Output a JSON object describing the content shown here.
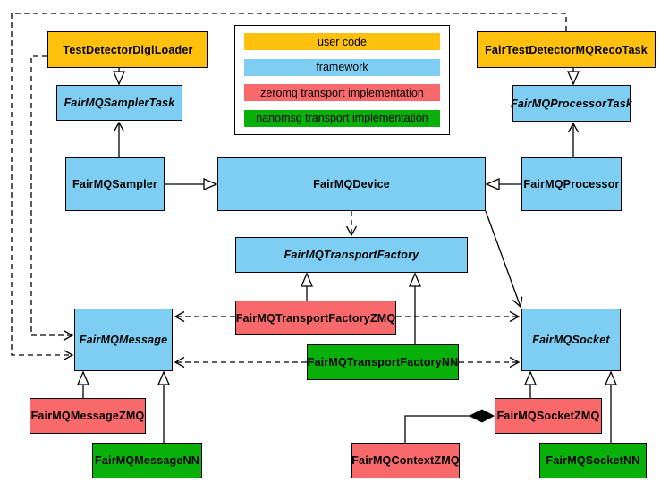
{
  "diagram": {
    "type": "uml-class-diagram",
    "colors": {
      "user_code": "#FFC10E",
      "framework": "#7DCEF2",
      "zeromq": "#F8696B",
      "nanomsg": "#0AB00A",
      "line": "#000000",
      "background": "#FFFFFF"
    },
    "legend": {
      "items": [
        {
          "label": "user code",
          "color": "#FFC10E",
          "category": "user_code"
        },
        {
          "label": "framework",
          "color": "#7DCEF2",
          "category": "framework"
        },
        {
          "label": "zeromq transport implementation",
          "color": "#F8696B",
          "category": "zeromq"
        },
        {
          "label": "nanomsg transport implementation",
          "color": "#0AB00A",
          "category": "nanomsg"
        }
      ]
    },
    "nodes": {
      "test_detector_digi_loader": {
        "label": "TestDetectorDigiLoader",
        "category": "user_code",
        "abstract": false
      },
      "fair_test_detector_mq_reco_task": {
        "label": "FairTestDetectorMQRecoTask",
        "category": "user_code",
        "abstract": false
      },
      "fair_mq_sampler_task": {
        "label": "FairMQSamplerTask",
        "category": "framework",
        "abstract": true
      },
      "fair_mq_processor_task": {
        "label": "FairMQProcessorTask",
        "category": "framework",
        "abstract": true
      },
      "fair_mq_sampler": {
        "label": "FairMQSampler",
        "category": "framework",
        "abstract": false
      },
      "fair_mq_device": {
        "label": "FairMQDevice",
        "category": "framework",
        "abstract": false
      },
      "fair_mq_processor": {
        "label": "FairMQProcessor",
        "category": "framework",
        "abstract": false
      },
      "fair_mq_transport_factory": {
        "label": "FairMQTransportFactory",
        "category": "framework",
        "abstract": true
      },
      "fair_mq_transport_factory_zmq": {
        "label": "FairMQTransportFactoryZMQ",
        "category": "zeromq",
        "abstract": false
      },
      "fair_mq_transport_factory_nn": {
        "label": "FairMQTransportFactoryNN",
        "category": "nanomsg",
        "abstract": false
      },
      "fair_mq_message": {
        "label": "FairMQMessage",
        "category": "framework",
        "abstract": true
      },
      "fair_mq_socket": {
        "label": "FairMQSocket",
        "category": "framework",
        "abstract": true
      },
      "fair_mq_message_zmq": {
        "label": "FairMQMessageZMQ",
        "category": "zeromq",
        "abstract": false
      },
      "fair_mq_message_nn": {
        "label": "FairMQMessageNN",
        "category": "nanomsg",
        "abstract": false
      },
      "fair_mq_socket_zmq": {
        "label": "FairMQSocketZMQ",
        "category": "zeromq",
        "abstract": false
      },
      "fair_mq_socket_nn": {
        "label": "FairMQSocketNN",
        "category": "nanomsg",
        "abstract": false
      },
      "fair_mq_context_zmq": {
        "label": "FairMQContextZMQ",
        "category": "zeromq",
        "abstract": false
      }
    },
    "relations": [
      {
        "from": "TestDetectorDigiLoader",
        "to": "FairMQSamplerTask",
        "type": "inheritance"
      },
      {
        "from": "FairTestDetectorMQRecoTask",
        "to": "FairMQProcessorTask",
        "type": "inheritance"
      },
      {
        "from": "FairMQSampler",
        "to": "FairMQDevice",
        "type": "inheritance"
      },
      {
        "from": "FairMQProcessor",
        "to": "FairMQDevice",
        "type": "inheritance"
      },
      {
        "from": "FairMQTransportFactoryZMQ",
        "to": "FairMQTransportFactory",
        "type": "inheritance"
      },
      {
        "from": "FairMQTransportFactoryNN",
        "to": "FairMQTransportFactory",
        "type": "inheritance"
      },
      {
        "from": "FairMQMessageZMQ",
        "to": "FairMQMessage",
        "type": "inheritance"
      },
      {
        "from": "FairMQMessageNN",
        "to": "FairMQMessage",
        "type": "inheritance"
      },
      {
        "from": "FairMQSocketZMQ",
        "to": "FairMQSocket",
        "type": "inheritance"
      },
      {
        "from": "FairMQSocketNN",
        "to": "FairMQSocket",
        "type": "inheritance"
      },
      {
        "from": "FairMQSampler",
        "to": "FairMQSamplerTask",
        "type": "association"
      },
      {
        "from": "FairMQProcessor",
        "to": "FairMQProcessorTask",
        "type": "association"
      },
      {
        "from": "FairMQDevice",
        "to": "FairMQSocket",
        "type": "association"
      },
      {
        "from": "FairMQDevice",
        "to": "FairMQTransportFactory",
        "type": "dependency"
      },
      {
        "from": "FairMQTransportFactoryZMQ",
        "to": "FairMQMessage",
        "type": "dependency"
      },
      {
        "from": "FairMQTransportFactoryZMQ",
        "to": "FairMQSocket",
        "type": "dependency"
      },
      {
        "from": "FairMQTransportFactoryNN",
        "to": "FairMQMessage",
        "type": "dependency"
      },
      {
        "from": "FairMQTransportFactoryNN",
        "to": "FairMQSocket",
        "type": "dependency"
      },
      {
        "from": "TestDetectorDigiLoader",
        "to": "FairMQMessage",
        "type": "dependency"
      },
      {
        "from": "FairTestDetectorMQRecoTask",
        "to": "FairMQMessage",
        "type": "dependency"
      },
      {
        "from": "FairMQContextZMQ",
        "to": "FairMQSocketZMQ",
        "type": "composition"
      }
    ]
  }
}
